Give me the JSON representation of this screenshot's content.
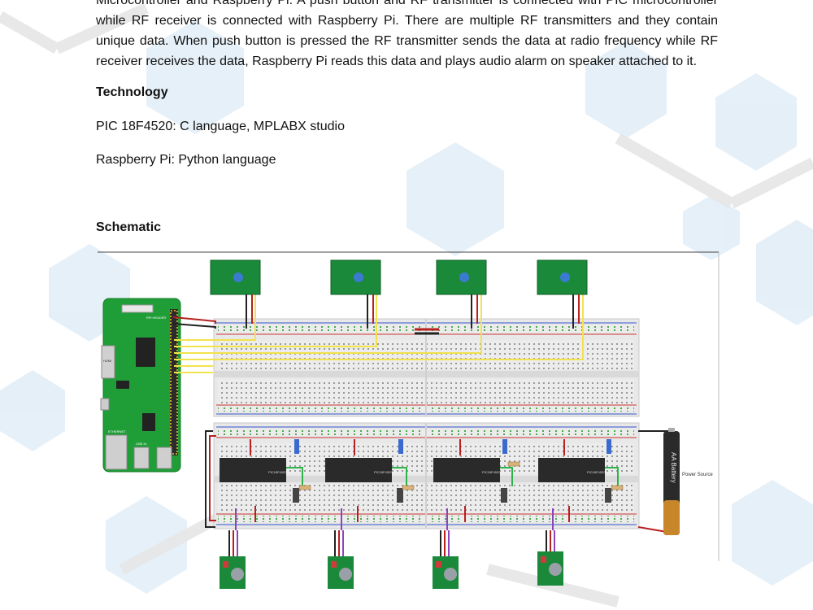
{
  "intro_paragraph": "Microcontroller and Raspberry Pi. A push button and RF transmitter is connected with PIC microcontroller while RF receiver is connected with Raspberry Pi. There are multiple RF transmitters and they contain unique data. When push button is pressed the RF transmitter sends the data at radio frequency while RF receiver receives the data, Raspberry Pi reads this data and plays audio alarm on speaker attached to it.",
  "technology_heading": "Technology",
  "tech_line_pic": "PIC 18F4520: C language, MPLABX studio",
  "tech_line_rpi": "Raspberry Pi: Python language",
  "schematic_heading": "Schematic",
  "schematic": {
    "battery_label": "AA Battery",
    "power_label": "Power Source",
    "chip_label": "PIC18F4520",
    "rpi_hdmi_label": "HDMI",
    "rpi_ethernet_label": "ETHERNET",
    "rpi_usb_label": "USB 2x",
    "rpi_header_label": "RPi HEADER"
  }
}
